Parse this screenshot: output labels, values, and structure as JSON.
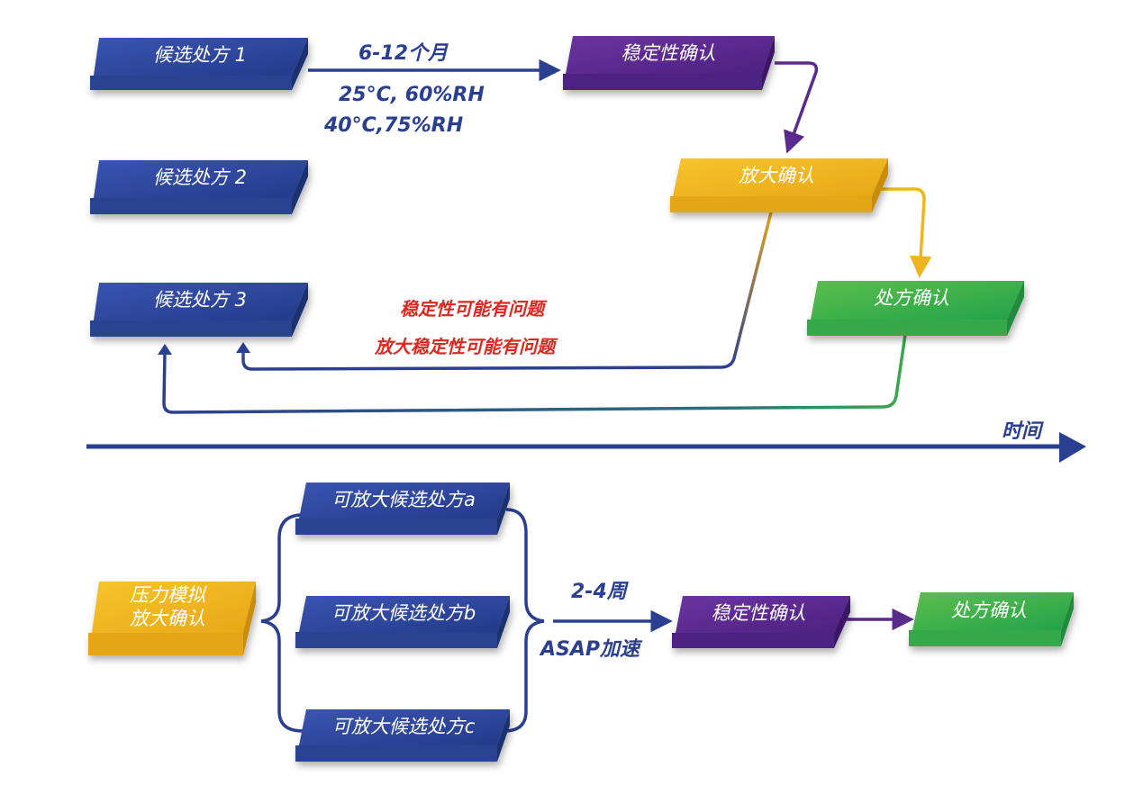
{
  "colors": {
    "blue": "#2d449a",
    "purple": "#5a2a8c",
    "yellow": "#f0b51e",
    "green": "#3aa94a",
    "arrow_blue": "#2a3f91",
    "note_red": "#e0271f"
  },
  "top": {
    "candidate_1": "候选处方 1",
    "candidate_2": "候选处方 2",
    "candidate_3": "候选处方 3",
    "stability_confirm": "稳定性确认",
    "scaleup_confirm": "放大确认",
    "formula_confirm": "处方确认",
    "duration": "6-12个月",
    "condition_1": "25°C, 60%RH",
    "condition_2": "40°C,75%RH",
    "issue_stability": "稳定性可能有问题",
    "issue_scaleup": "放大稳定性可能有问题"
  },
  "timeline": {
    "label": "时间"
  },
  "bottom": {
    "pressure_line1": "压力模拟",
    "pressure_line2": "放大确认",
    "candidate_a": "可放大候选处方a",
    "candidate_b": "可放大候选处方b",
    "candidate_c": "可放大候选处方c",
    "duration": "2-4周",
    "accelerate": "ASAP加速",
    "stability_confirm": "稳定性确认",
    "formula_confirm": "处方确认"
  }
}
